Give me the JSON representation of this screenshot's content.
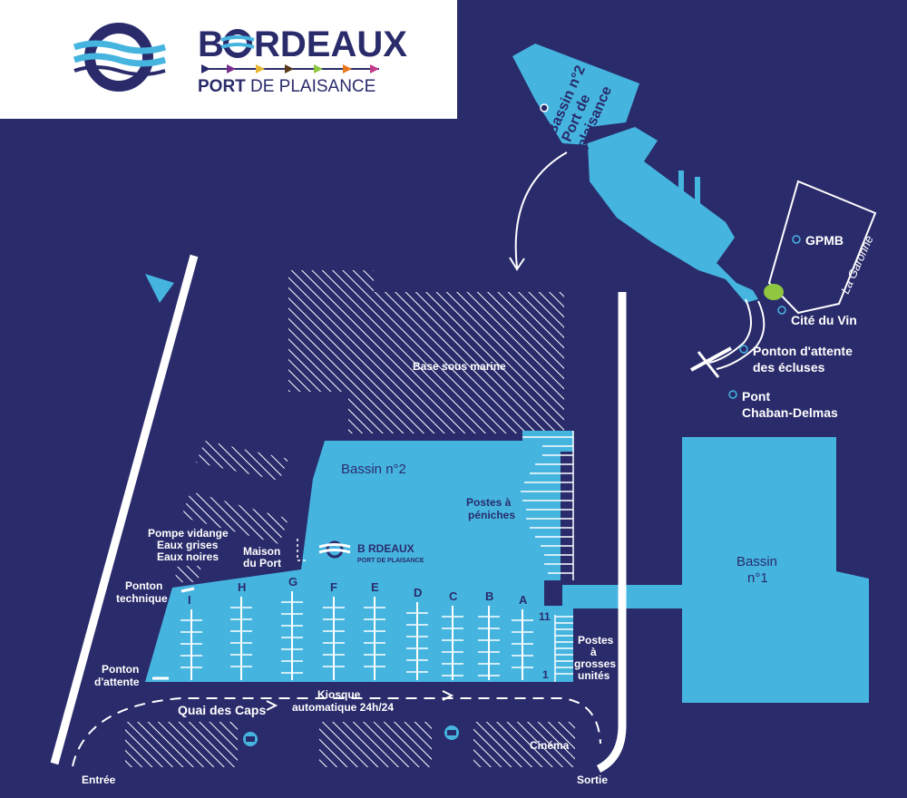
{
  "logo": {
    "name_part1": "B",
    "name_part2": "RDEAUX",
    "subtitle_bold": "PORT",
    "subtitle_rest": "DE PLAISANCE"
  },
  "labels": {
    "bassin2_top": "Bassin n°2",
    "port_plaisance_top": "Port de",
    "port_plaisance_top2": "plaisance",
    "gpmb": "GPMB",
    "garonne": "La Garonne",
    "cite_du_vin": "Cité du Vin",
    "ponton_ecluses_1": "Ponton d'attente",
    "ponton_ecluses_2": "des écluses",
    "pont_1": "Pont",
    "pont_2": "Chaban-Delmas",
    "base_sous_marine": "Base sous marine",
    "bassin2_main": "Bassin n°2",
    "postes_peniches_1": "Postes à",
    "postes_peniches_2": "péniches",
    "bassin1_1": "Bassin",
    "bassin1_2": "n°1",
    "pompe_1": "Pompe vidange",
    "pompe_2": "Eaux grises",
    "pompe_3": "Eaux noires",
    "maison_1": "Maison",
    "maison_2": "du Port",
    "ponton_tech_1": "Ponton",
    "ponton_tech_2": "technique",
    "ponton_attente_1": "Ponton",
    "ponton_attente_2": "d'attente",
    "postes_grosses_1": "Postes",
    "postes_grosses_2": "à",
    "postes_grosses_3": "grosses",
    "postes_grosses_4": "unités",
    "num_11": "11",
    "num_1": "1",
    "quai": "Quai des Caps",
    "kiosque_1": "Kiosque",
    "kiosque_2": "automatique 24h/24",
    "cinema": "Cinéma",
    "entree": "Entrée",
    "sortie": "Sortie",
    "inline_logo_1": "B RDEAUX",
    "inline_logo_2": "PORT DE PLAISANCE"
  },
  "piers": [
    "I",
    "H",
    "G",
    "F",
    "E",
    "D",
    "C",
    "B",
    "A"
  ],
  "colors": {
    "background": "#2a2b6b",
    "water": "#45b5e0",
    "white": "#ffffff",
    "navy": "#2a2b6b",
    "green": "#8ec63f",
    "logo_stripe_colors": [
      "#2a2b6b",
      "#7a2e8e",
      "#e8b832",
      "#5a3a1e",
      "#8ec63f",
      "#e8781e",
      "#c0398a"
    ]
  },
  "icons": {
    "compass": "north-arrow-icon",
    "toilet": "toilet-icon",
    "location": "location-dot-icon"
  }
}
